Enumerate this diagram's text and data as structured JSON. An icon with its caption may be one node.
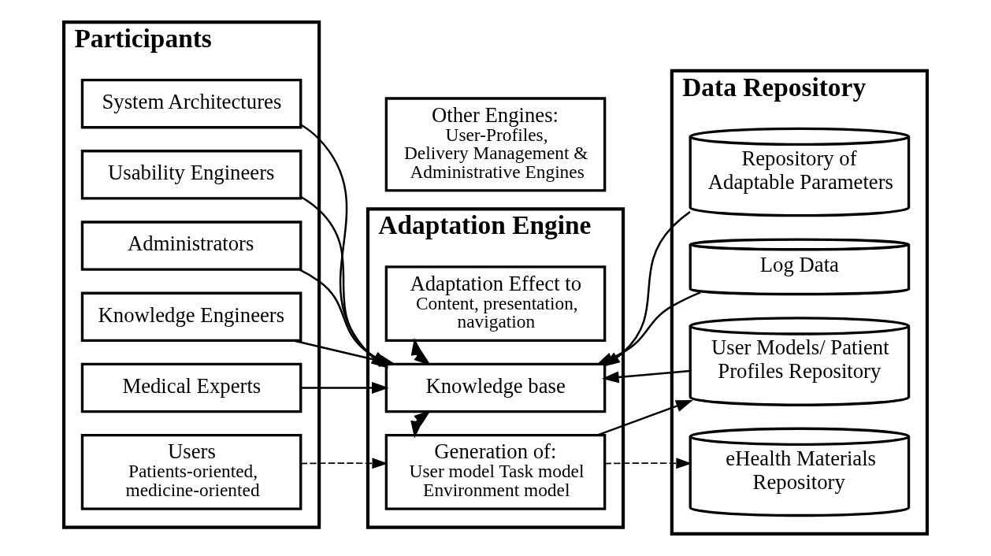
{
  "diagram": {
    "nodes": [
      {
        "text": [
          "Participants"
        ]
      },
      {
        "text": [
          "Users",
          "Patients-oriented, medicine-oriented"
        ],
        "in": 0
      },
      {
        "text": [
          "Medical Experts"
        ],
        "in": 0
      },
      {
        "text": [
          "Knowledge Engineers"
        ],
        "in": 0
      },
      {
        "text": [
          "Administrators"
        ],
        "in": 0
      },
      {
        "text": [
          "Usability Engineers"
        ],
        "in": 0
      },
      {
        "text": [
          "System Architectures"
        ],
        "in": 0
      },
      {
        "text": [
          "Adaptation Engine"
        ]
      },
      {
        "text": [
          "Generation of:",
          "User model Task model Environment model"
        ],
        "in": 7
      },
      {
        "text": [
          "Knowledge base"
        ],
        "in": 7
      },
      {
        "text": [
          "Adaptation Effect to",
          "Content, presentation, navigation"
        ],
        "in": 7
      },
      {
        "text": [
          "Other Engines:",
          "User-Profiles, Delivery Management & Administrative Engines"
        ]
      },
      {
        "text": [
          "Data Repository"
        ]
      },
      {
        "text": [
          "eHealth Materials Repository"
        ],
        "in": 12
      },
      {
        "text": [
          "User Models/ Patient Profiles Repository"
        ],
        "in": 12
      },
      {
        "text": [
          "Log Data"
        ],
        "in": 12
      },
      {
        "text": [
          "Repository of Adaptable Parameters"
        ],
        "in": 12
      }
    ],
    "edges": [
      {
        "from": 1,
        "to": 8,
        "arrow": "to",
        "style": "dashed"
      },
      {
        "from": 8,
        "to": 13,
        "arrow": "to",
        "style": "dashed"
      },
      {
        "from": 8,
        "to": 14,
        "arrow": "to"
      },
      {
        "from": 8,
        "to": 9,
        "arrow": "both"
      },
      {
        "from": 9,
        "to": 10,
        "arrow": "both"
      },
      {
        "from": 2,
        "to": 9,
        "arrow": "to"
      },
      {
        "from": 3,
        "to": 9,
        "arrow": "to"
      },
      {
        "from": 4,
        "to": 9,
        "arrow": "to"
      },
      {
        "from": 5,
        "to": 9,
        "arrow": "to"
      },
      {
        "from": 6,
        "to": 9,
        "arrow": "to"
      },
      {
        "from": 14,
        "to": 9,
        "arrow": "to"
      },
      {
        "from": 15,
        "to": 9,
        "arrow": "to"
      },
      {
        "from": 16,
        "to": 9,
        "arrow": "to"
      }
    ]
  }
}
